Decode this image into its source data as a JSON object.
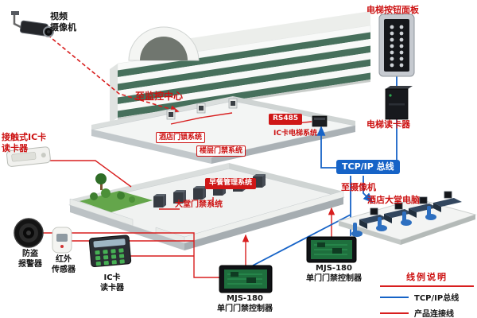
{
  "diagram": {
    "labels": {
      "video_camera": "视频\n摄像机",
      "to_monitoring_center": "至监控中心",
      "elevator_button_panel": "电梯按钮面板",
      "elevator_card_reader": "电梯读卡器",
      "contact_ic_card_reader": "接触式IC卡\n读卡器",
      "hotel_door_lock_system": "酒店门锁系统",
      "floor_access_system": "楼层门禁系统",
      "rs485": "RS485",
      "ic_card_elevator_system": "IC卡电梯系统",
      "tcpip_bus": "TCP/IP 总线",
      "to_camera": "至摄像机",
      "hotel_lobby_computer": "酒店大堂电脑",
      "breakfast_mgmt_system": "早餐管理系统",
      "lobby_access_system": "大堂门禁系统",
      "burglar_alarm": "防盗\n报警器",
      "infrared_sensor": "红外\n传感器",
      "ic_card_reader": "IC卡\n读卡器",
      "controller_bottom": "MJS-180\n单门门禁控制器",
      "controller_right": "MJS-180\n单门门禁控制器"
    },
    "legend": {
      "title": "线例说明",
      "items": [
        {
          "label": "TCP/IP总线",
          "color": "#1663c7"
        },
        {
          "label": "产品连接线",
          "color": "#d81e1e"
        }
      ]
    },
    "colors": {
      "label_red": "#cc1111",
      "label_black": "#141414",
      "tcpip_blue": "#1663c7",
      "product_line_red": "#d81e1e",
      "building_stripe_green": "#47705c",
      "grass_green": "#64a64b"
    }
  }
}
